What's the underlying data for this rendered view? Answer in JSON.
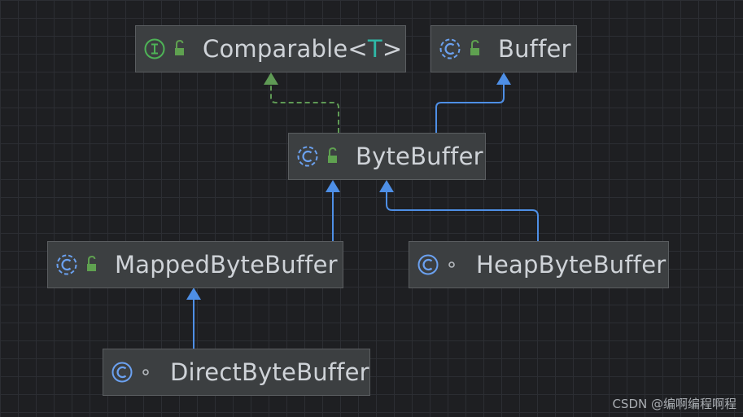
{
  "diagram": {
    "nodes": {
      "comparable": {
        "kind": "interface",
        "visibility": "public",
        "name": "Comparable",
        "type_param": "T"
      },
      "buffer": {
        "kind": "abstract-class",
        "visibility": "public",
        "name": "Buffer"
      },
      "bytebuffer": {
        "kind": "abstract-class",
        "visibility": "public",
        "name": "ByteBuffer"
      },
      "mappedbytebuffer": {
        "kind": "abstract-class",
        "visibility": "public",
        "name": "MappedByteBuffer"
      },
      "heapbytebuffer": {
        "kind": "class",
        "visibility": "package-private",
        "name": "HeapByteBuffer"
      },
      "directbytebuffer": {
        "kind": "class",
        "visibility": "package-private",
        "name": "DirectByteBuffer"
      }
    },
    "edges": [
      {
        "from": "bytebuffer",
        "to": "comparable",
        "type": "implements"
      },
      {
        "from": "bytebuffer",
        "to": "buffer",
        "type": "extends"
      },
      {
        "from": "mappedbytebuffer",
        "to": "bytebuffer",
        "type": "extends"
      },
      {
        "from": "heapbytebuffer",
        "to": "bytebuffer",
        "type": "extends"
      },
      {
        "from": "directbytebuffer",
        "to": "mappedbytebuffer",
        "type": "extends"
      }
    ],
    "colors": {
      "extends_edge": "#4e8fe6",
      "implements_edge": "#5f9a55",
      "class_icon": "#6ba1f0",
      "interface_icon": "#4eb356",
      "lock_icon": "#5fa150",
      "type_param": "#2fb8a6"
    }
  },
  "watermark": "CSDN @编啊编程啊程"
}
